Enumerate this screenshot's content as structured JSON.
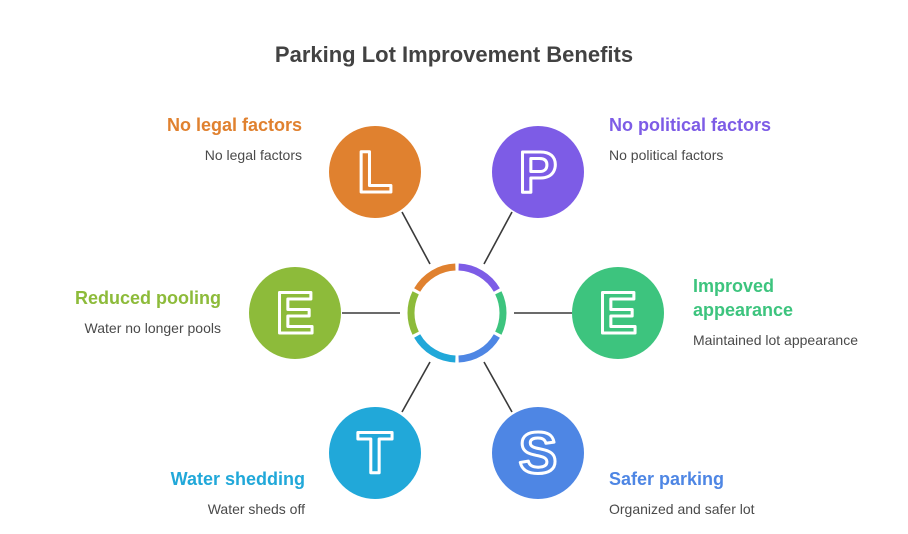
{
  "title": "Parking Lot Improvement Benefits",
  "items": [
    {
      "letter": "L",
      "heading": "No legal factors",
      "description": "No legal factors",
      "color": "#E0812F"
    },
    {
      "letter": "P",
      "heading": "No political factors",
      "description": "No political factors",
      "color": "#7D5CE6"
    },
    {
      "letter": "E",
      "heading": "Improved appearance",
      "description": "Maintained lot appearance",
      "color": "#3DC47E"
    },
    {
      "letter": "S",
      "heading": "Safer parking",
      "description": "Organized and safer lot",
      "color": "#4E86E4"
    },
    {
      "letter": "T",
      "heading": "Water shedding",
      "description": "Water sheds off",
      "color": "#21A8D9"
    },
    {
      "letter": "E",
      "heading": "Reduced pooling",
      "description": "Water no longer pools",
      "color": "#8DBB3A"
    }
  ]
}
